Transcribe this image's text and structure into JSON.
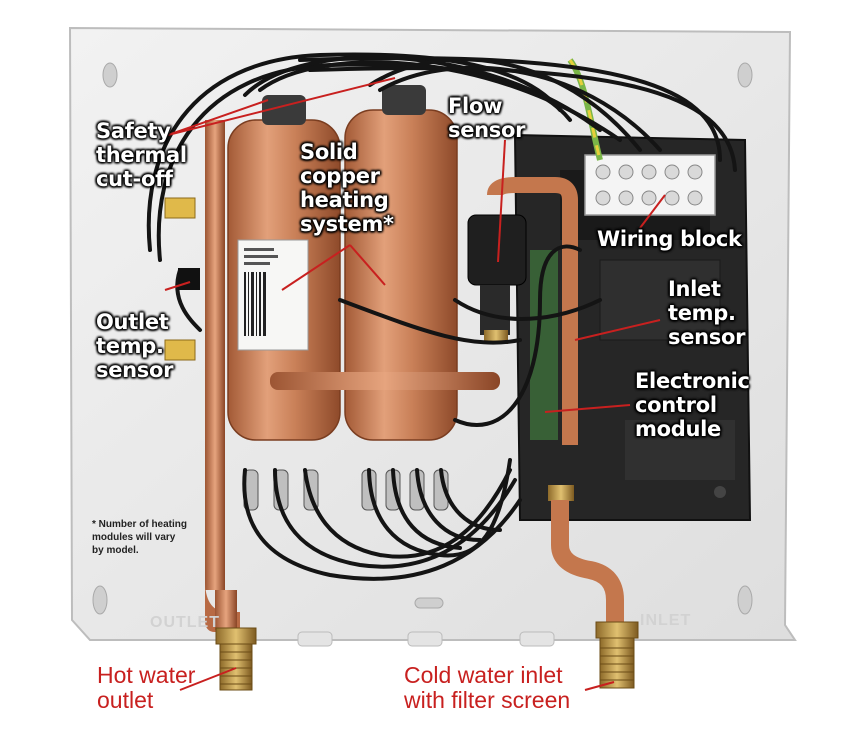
{
  "labels": {
    "safety_thermal_cutoff": "Safety\nthermal\ncut-off",
    "solid_copper_heating": "Solid\ncopper\nheating\nsystem*",
    "flow_sensor": "Flow\nsensor",
    "wiring_block": "Wiring block",
    "outlet_temp_sensor": "Outlet\ntemp.\nsensor",
    "inlet_temp_sensor": "Inlet\ntemp.\nsensor",
    "electronic_control_module": "Electronic\ncontrol\nmodule",
    "hot_water_outlet": "Hot water\noutlet",
    "cold_water_inlet": "Cold water inlet\nwith filter screen"
  },
  "note": "* Number of heating\nmodules will vary\nby model.",
  "embossed": {
    "outlet": "OUTLET",
    "inlet": "INLET"
  },
  "colors": {
    "panel": "#ebebeb",
    "copper": "#c77d52",
    "control_module": "#222222",
    "pointer_line": "#c8201f",
    "red_label": "#c8201f"
  }
}
